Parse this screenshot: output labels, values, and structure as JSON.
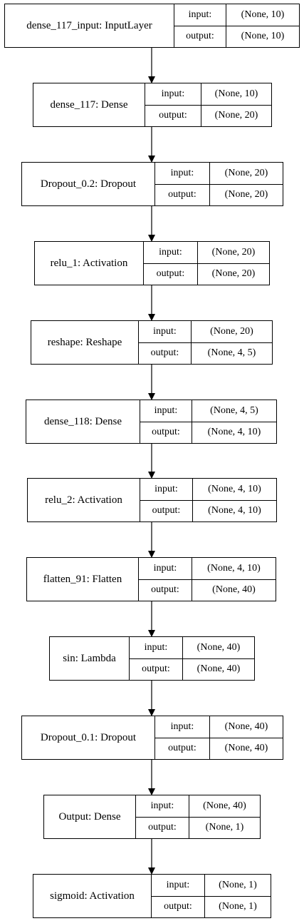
{
  "layers": [
    {
      "name": "dense_117_input: InputLayer",
      "input_label": "input:",
      "output_label": "output:",
      "input_shape": "(None, 10)",
      "output_shape": "(None, 10)"
    },
    {
      "name": "dense_117: Dense",
      "input_label": "input:",
      "output_label": "output:",
      "input_shape": "(None, 10)",
      "output_shape": "(None, 20)"
    },
    {
      "name": "Dropout_0.2: Dropout",
      "input_label": "input:",
      "output_label": "output:",
      "input_shape": "(None, 20)",
      "output_shape": "(None, 20)"
    },
    {
      "name": "relu_1: Activation",
      "input_label": "input:",
      "output_label": "output:",
      "input_shape": "(None, 20)",
      "output_shape": "(None, 20)"
    },
    {
      "name": "reshape: Reshape",
      "input_label": "input:",
      "output_label": "output:",
      "input_shape": "(None, 20)",
      "output_shape": "(None, 4, 5)"
    },
    {
      "name": "dense_118: Dense",
      "input_label": "input:",
      "output_label": "output:",
      "input_shape": "(None, 4, 5)",
      "output_shape": "(None, 4, 10)"
    },
    {
      "name": "relu_2: Activation",
      "input_label": "input:",
      "output_label": "output:",
      "input_shape": "(None, 4, 10)",
      "output_shape": "(None, 4, 10)"
    },
    {
      "name": "flatten_91: Flatten",
      "input_label": "input:",
      "output_label": "output:",
      "input_shape": "(None, 4, 10)",
      "output_shape": "(None, 40)"
    },
    {
      "name": "sin: Lambda",
      "input_label": "input:",
      "output_label": "output:",
      "input_shape": "(None, 40)",
      "output_shape": "(None, 40)"
    },
    {
      "name": "Dropout_0.1: Dropout",
      "input_label": "input:",
      "output_label": "output:",
      "input_shape": "(None, 40)",
      "output_shape": "(None, 40)"
    },
    {
      "name": "Output: Dense",
      "input_label": "input:",
      "output_label": "output:",
      "input_shape": "(None, 40)",
      "output_shape": "(None, 1)"
    },
    {
      "name": "sigmoid: Activation",
      "input_label": "input:",
      "output_label": "output:",
      "input_shape": "(None, 1)",
      "output_shape": "(None, 1)"
    }
  ]
}
